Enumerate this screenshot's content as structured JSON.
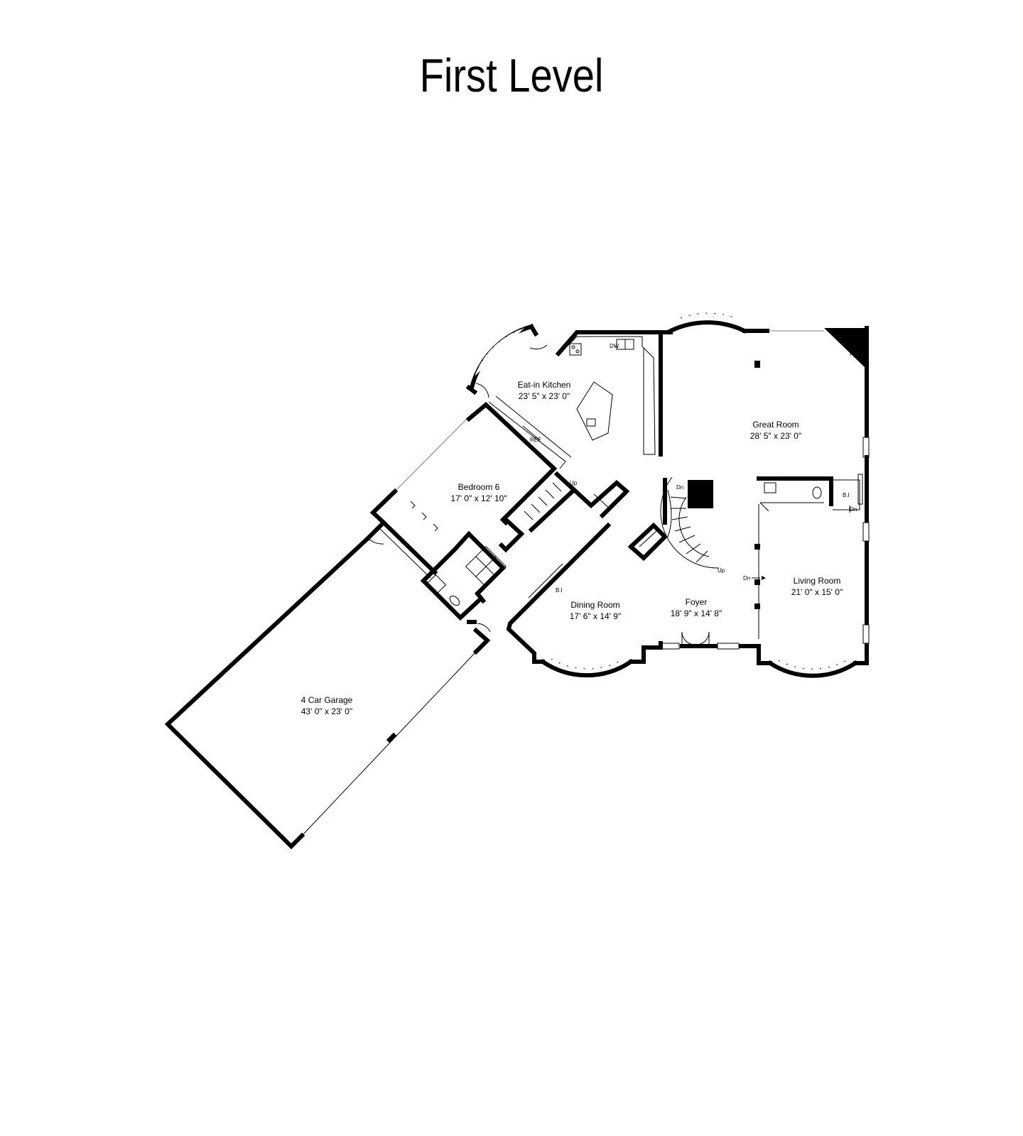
{
  "title": "First Level",
  "rooms": {
    "kitchen": {
      "name": "Eat-in Kitchen",
      "dims": "23' 5\" x 23' 0\""
    },
    "great": {
      "name": "Great Room",
      "dims": "28' 5\" x 23' 0\""
    },
    "bedroom": {
      "name": "Bedroom 6",
      "dims": "17' 0\" x 12' 10\""
    },
    "dining": {
      "name": "Dining Room",
      "dims": "17' 6\" x 14' 9\""
    },
    "foyer": {
      "name": "Foyer",
      "dims": "18' 9\" x 14' 8\""
    },
    "living": {
      "name": "Living Room",
      "dims": "21' 0\" x 15' 0\""
    },
    "garage": {
      "name": "4 Car Garage",
      "dims": "43' 0\" x 23' 0\""
    }
  },
  "labels": {
    "dw": "DW",
    "ref": "REF",
    "fp": "FP",
    "up_back": "Up",
    "dn_stair": "Dn",
    "up_stair": "Up",
    "dn_foyer": "Dn",
    "bi_great": "B.I",
    "dn_great": "Dn",
    "bi_dining": "B.I"
  }
}
